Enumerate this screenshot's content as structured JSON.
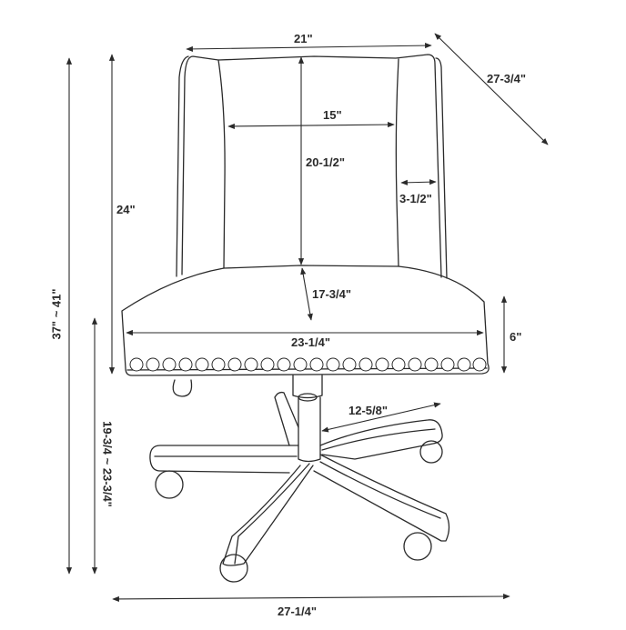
{
  "diagram": {
    "subject": "Office chair dimensions",
    "dimensions": {
      "back_width": "21\"",
      "back_depth_diagonal": "27-3/4\"",
      "inner_back_width": "15\"",
      "back_height": "20-1/2\"",
      "wing_width": "3-1/2\"",
      "back_to_seat_height": "24\"",
      "overall_height": "37\" ~ 41\"",
      "seat_depth": "17-3/4\"",
      "seat_width": "23-1/4\"",
      "seat_thickness": "6\"",
      "seat_height": "19-3/4 ~ 23-3/4\"",
      "leg_length": "12-5/8\"",
      "base_width": "27-1/4\""
    },
    "nailhead_count": 22,
    "line_color": "#2a2a2a",
    "background": "#ffffff"
  }
}
